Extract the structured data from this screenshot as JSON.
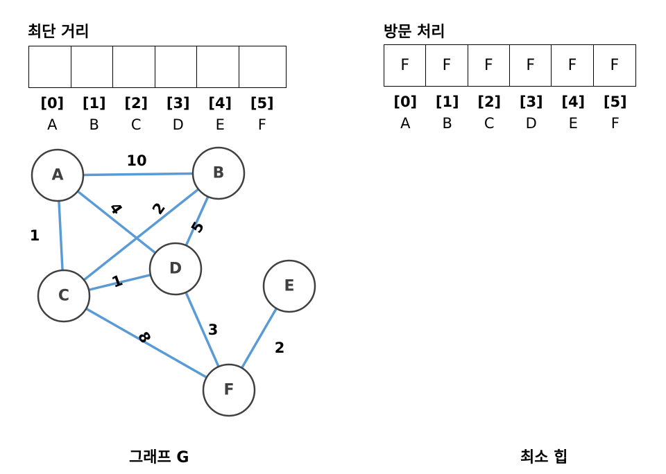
{
  "distance": {
    "title": "최단 거리",
    "cells": [
      "",
      "",
      "",
      "",
      "",
      ""
    ],
    "indices": [
      "[0]",
      "[1]",
      "[2]",
      "[3]",
      "[4]",
      "[5]"
    ],
    "labels": [
      "A",
      "B",
      "C",
      "D",
      "E",
      "F"
    ]
  },
  "visited": {
    "title": "방문 처리",
    "cells": [
      "F",
      "F",
      "F",
      "F",
      "F",
      "F"
    ],
    "indices": [
      "[0]",
      "[1]",
      "[2]",
      "[3]",
      "[4]",
      "[5]"
    ],
    "labels": [
      "A",
      "B",
      "C",
      "D",
      "E",
      "F"
    ]
  },
  "graph": {
    "caption": "그래프 G",
    "edge_color": "#5b9bd5",
    "nodes": [
      {
        "id": "A",
        "label": "A"
      },
      {
        "id": "B",
        "label": "B"
      },
      {
        "id": "C",
        "label": "C"
      },
      {
        "id": "D",
        "label": "D"
      },
      {
        "id": "E",
        "label": "E"
      },
      {
        "id": "F",
        "label": "F"
      }
    ],
    "edges": [
      {
        "from": "A",
        "to": "B",
        "weight": "10"
      },
      {
        "from": "A",
        "to": "C",
        "weight": "1"
      },
      {
        "from": "A",
        "to": "D",
        "weight": "4"
      },
      {
        "from": "B",
        "to": "C",
        "weight": "2"
      },
      {
        "from": "B",
        "to": "D",
        "weight": "5"
      },
      {
        "from": "C",
        "to": "D",
        "weight": "1"
      },
      {
        "from": "C",
        "to": "F",
        "weight": "8"
      },
      {
        "from": "D",
        "to": "F",
        "weight": "3"
      },
      {
        "from": "E",
        "to": "F",
        "weight": "2"
      }
    ]
  },
  "heap": {
    "caption": "최소 힙"
  }
}
